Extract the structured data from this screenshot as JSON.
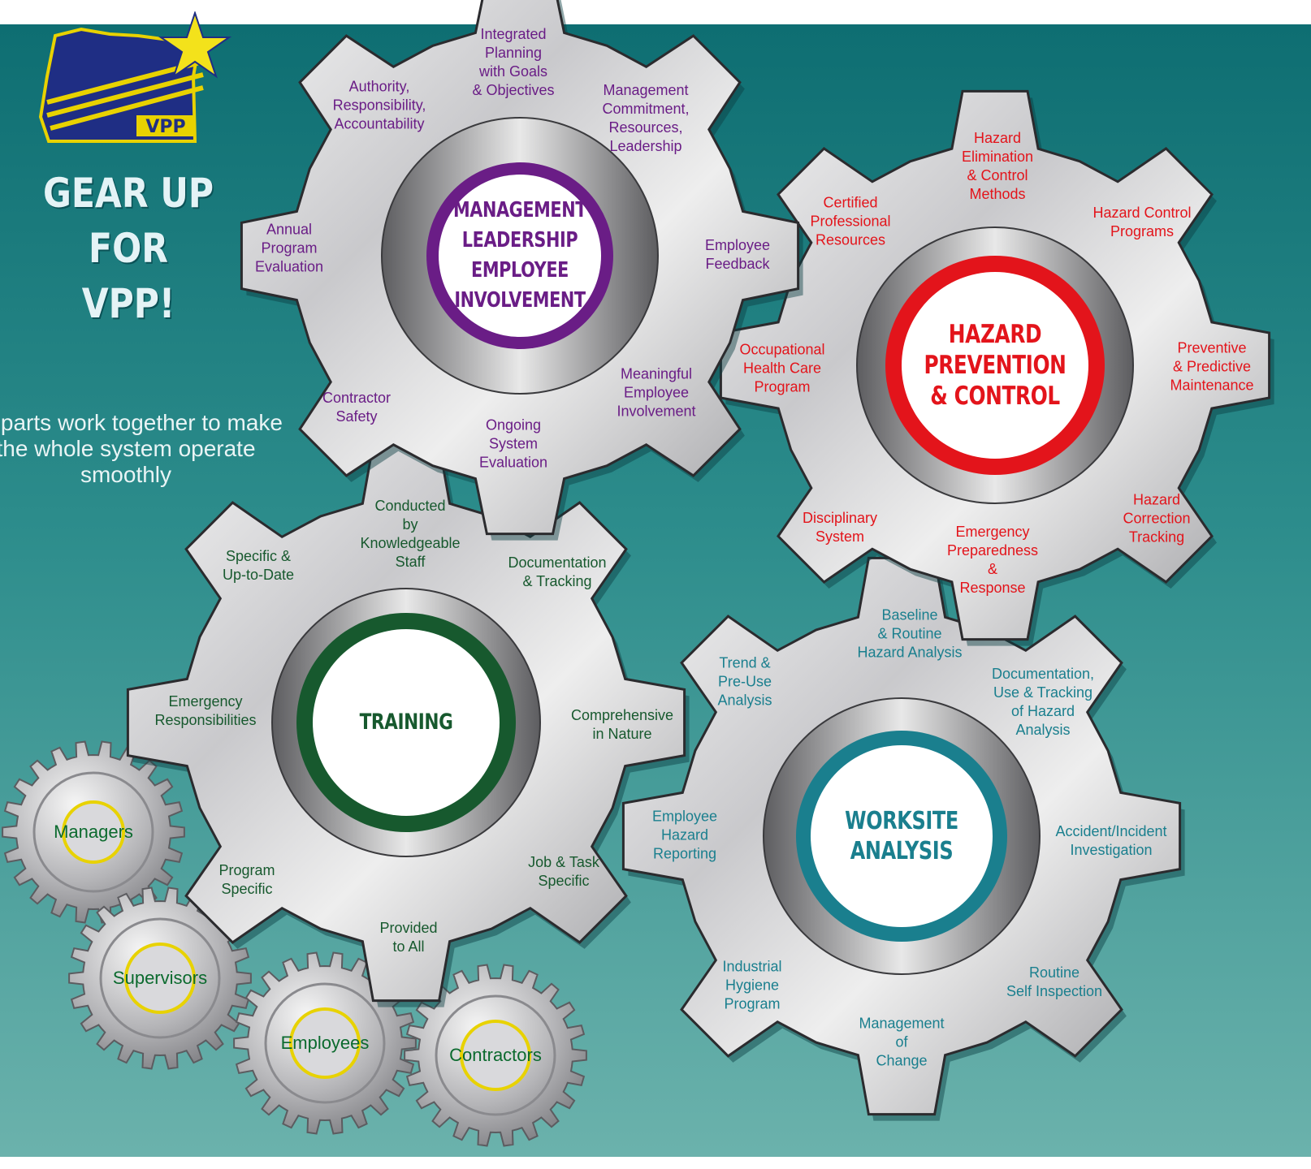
{
  "headline": "GEAR UP\nFOR\nVPP!",
  "tagline": "All parts work together to make the whole system operate smoothly",
  "logo": {
    "text": "VPP"
  },
  "colors": {
    "purple": "#6a1d86",
    "red": "#e3141b",
    "green": "#17592e",
    "teal": "#1a7f8e",
    "yellow": "#e8d200",
    "small_text": "#0b6a2e"
  },
  "gears": [
    {
      "key": "management",
      "title": "MANAGEMENT\nLEADERSHIP\nEMPLOYEE\nINVOLVEMENT",
      "color": "#6a1d86",
      "teeth": [
        "Integrated\nPlanning\nwith Goals\n& Objectives",
        "Management\nCommitment,\nResources,\nLeadership",
        "Employee\nFeedback",
        "Meaningful\nEmployee\nInvolvement",
        "Ongoing\nSystem\nEvaluation",
        "Contractor\nSafety",
        "Annual\nProgram\nEvaluation",
        "Authority,\nResponsibility,\nAccountability"
      ]
    },
    {
      "key": "hazard",
      "title": "HAZARD\nPREVENTION\n& CONTROL",
      "color": "#e3141b",
      "teeth": [
        "Hazard\nElimination\n& Control\nMethods",
        "Hazard Control\nPrograms",
        "Preventive\n& Predictive\nMaintenance",
        "Hazard\nCorrection\nTracking",
        "Emergency\nPreparedness\n&\nResponse",
        "Disciplinary\nSystem",
        "Occupational\nHealth Care\nProgram",
        "Certified\nProfessional\nResources"
      ]
    },
    {
      "key": "training",
      "title": "TRAINING",
      "color": "#17592e",
      "teeth": [
        "Conducted\nby\nKnowledgeable\nStaff",
        "Documentation\n& Tracking",
        "Comprehensive\nin Nature",
        "Job & Task\nSpecific",
        "Provided\nto All",
        "Program\nSpecific",
        "Emergency\nResponsibilities",
        "Specific &\nUp-to-Date"
      ]
    },
    {
      "key": "worksite",
      "title": "WORKSITE\nANALYSIS",
      "color": "#1a7f8e",
      "teeth": [
        "Baseline\n& Routine\nHazard Analysis",
        "Documentation,\nUse & Tracking\nof Hazard\nAnalysis",
        "Accident/Incident\nInvestigation",
        "Routine\nSelf Inspection",
        "Management\nof\nChange",
        "Industrial\nHygiene\nProgram",
        "Employee\nHazard\nReporting",
        "Trend &\nPre-Use\nAnalysis"
      ]
    }
  ],
  "small_gears": [
    "Managers",
    "Supervisors",
    "Employees",
    "Contractors"
  ]
}
